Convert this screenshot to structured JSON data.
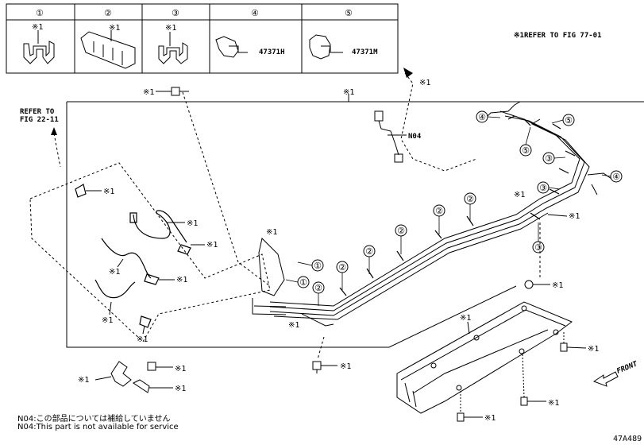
{
  "legend": {
    "cells": [
      {
        "num": "①",
        "ref": "※1",
        "part": ""
      },
      {
        "num": "②",
        "ref": "※1",
        "part": ""
      },
      {
        "num": "③",
        "ref": "※1",
        "part": ""
      },
      {
        "num": "④",
        "ref": "",
        "part": "47371H"
      },
      {
        "num": "⑤",
        "ref": "",
        "part": "47371M"
      }
    ]
  },
  "refer_note_top": "※1REFER TO FIG 77-01",
  "refer_fig_left_line1": "REFER TO",
  "refer_fig_left_line2": "FIG 22-11",
  "mark": "※1",
  "code_n04": "N04",
  "circled": {
    "c1": "①",
    "c2": "②",
    "c3": "③",
    "c4": "④",
    "c5": "⑤"
  },
  "front_label": "FRONT",
  "notes": [
    "N04:この部品については補給していません",
    "N04:This part is not available for service"
  ],
  "figure_code": "47A489"
}
